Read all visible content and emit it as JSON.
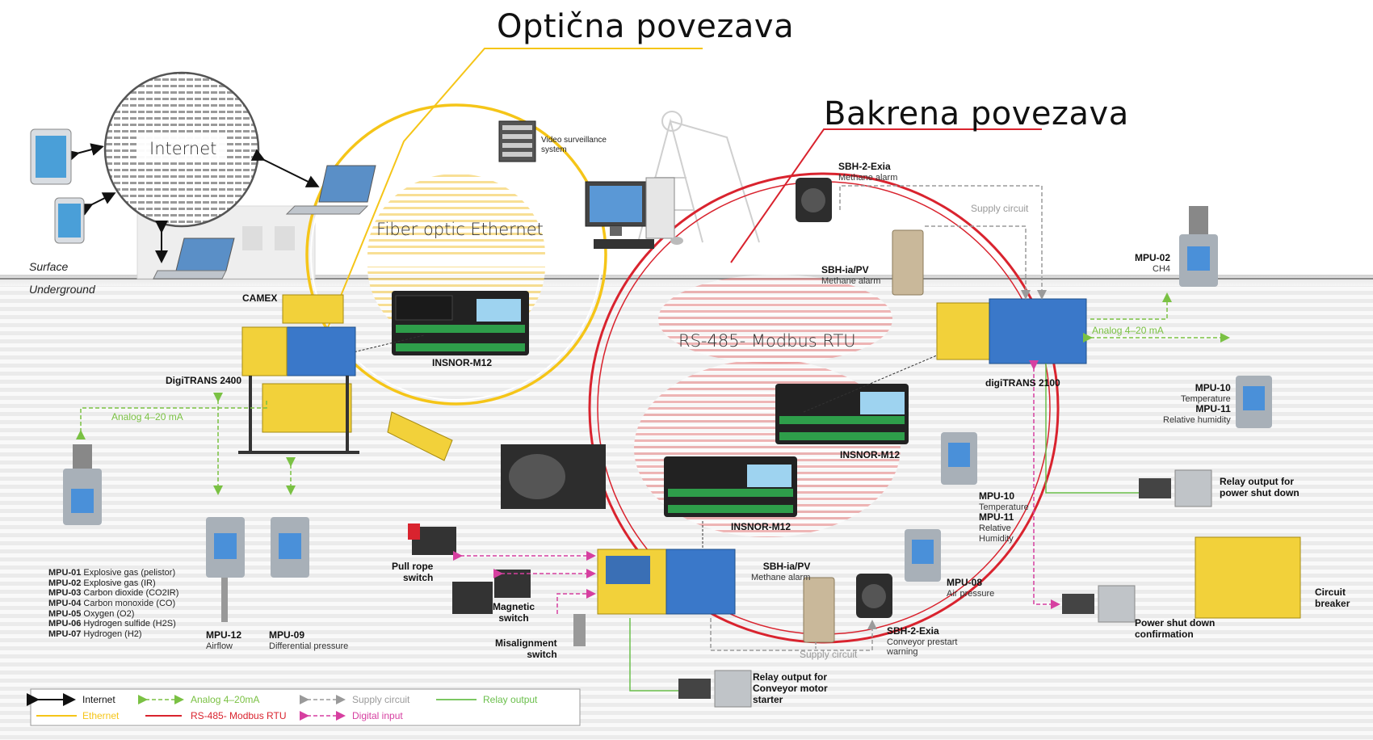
{
  "titles": {
    "optical": "Optična povezava",
    "copper": "Bakrena povezava"
  },
  "zones": {
    "internet": "Internet",
    "surface": "Surface",
    "underground": "Underground",
    "fiber_ring": "Fiber optic Ethernet",
    "rs485_ring": "RS-485- Modbus RTU"
  },
  "devices": {
    "video": {
      "l1": "Video surveillance",
      "l2": "system"
    },
    "camex": "CAMEX",
    "digitrans2400": "DigiTRANS 2400",
    "insnor_top": "INSNOR-M12",
    "insnor_mid": "INSNOR-M12",
    "insnor_low": "INSNOR-M12",
    "digitrans2100": "digiTRANS 2100",
    "sbh2_top": {
      "name": "SBH-2-Exia",
      "desc": "Methane alarm"
    },
    "sbhia_top": {
      "name": "SBH-ia/PV",
      "desc": "Methane alarm"
    },
    "supply_top": "Supply circuit",
    "mpu02": {
      "name": "MPU-02",
      "desc": "CH4"
    },
    "analog_right": "Analog 4–20 mA",
    "mpu10_right": {
      "n1": "MPU-10",
      "d1": "Temperature",
      "n2": "MPU-11",
      "d2": "Relative humidity"
    },
    "relay_power": {
      "l1": "Relay output for",
      "l2": "power shut down"
    },
    "circuit_breaker": {
      "l1": "Circuit",
      "l2": "breaker"
    },
    "power_confirm": {
      "l1": "Power shut down",
      "l2": "confirmation"
    },
    "mpu10_mid": {
      "n1": "MPU-10",
      "d1": "Temperature",
      "n2": "MPU-11",
      "d2a": "Relative",
      "d2b": "Humidity"
    },
    "mpu08": {
      "name": "MPU-08",
      "desc": "Air pressure"
    },
    "sbhia_low": {
      "name": "SBH-ia/PV",
      "desc": "Methane alarm"
    },
    "sbh2_low": {
      "name": "SBH-2-Exia",
      "d1": "Conveyor prestart",
      "d2": "warning"
    },
    "supply_low": "Supply circuit",
    "relay_conveyor": {
      "l1": "Relay output for",
      "l2": "Conveyor motor",
      "l3": "starter"
    },
    "pull_rope": {
      "l1": "Pull rope",
      "l2": "switch"
    },
    "magnetic": {
      "l1": "Magnetic",
      "l2": "switch"
    },
    "misalign": {
      "l1": "Misalignment",
      "l2": "switch"
    },
    "analog_left": "Analog 4–20 mA",
    "mpu12": {
      "name": "MPU-12",
      "desc": "Airflow"
    },
    "mpu09": {
      "name": "MPU-09",
      "desc": "Differential pressure"
    }
  },
  "mpu_list": [
    {
      "code": "MPU-01",
      "desc": "Explosive gas (pelistor)"
    },
    {
      "code": "MPU-02",
      "desc": "Explosive gas (IR)"
    },
    {
      "code": "MPU-03",
      "desc": "Carbon dioxide (CO2IR)"
    },
    {
      "code": "MPU-04",
      "desc": "Carbon monoxide (CO)"
    },
    {
      "code": "MPU-05",
      "desc": "Oxygen (O2)"
    },
    {
      "code": "MPU-06",
      "desc": "Hydrogen sulfide (H2S)"
    },
    {
      "code": "MPU-07",
      "desc": "Hydrogen (H2)"
    }
  ],
  "legend": {
    "internet": "Internet",
    "analog": "Analog 4–20mA",
    "supply": "Supply circuit",
    "relay": "Relay output",
    "ethernet": "Ethernet",
    "rs485": "RS-485- Modbus RTU",
    "digital": "Digital input"
  },
  "colors": {
    "ethernet": "#f5c518",
    "rs485": "#d9232e",
    "analog": "#7ac143",
    "supply": "#9a9a9a",
    "relay": "#6abf4b",
    "digital": "#d63fa0",
    "internet": "#111111",
    "device_blue": "#3a78c9",
    "device_yellow": "#f2d13a"
  }
}
